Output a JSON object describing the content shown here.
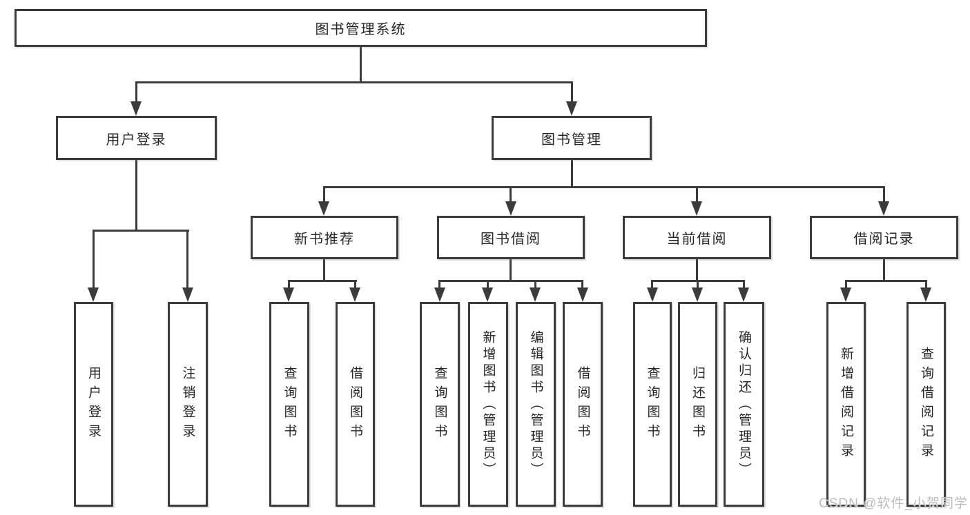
{
  "tree": {
    "root": {
      "label": "图书管理系统"
    },
    "branches": [
      {
        "label": "用户登录",
        "children": [
          {
            "label": "用户登录"
          },
          {
            "label": "注销登录"
          }
        ]
      },
      {
        "label": "图书管理",
        "children": [
          {
            "label": "新书推荐",
            "children": [
              {
                "label": "查询图书"
              },
              {
                "label": "借阅图书"
              }
            ]
          },
          {
            "label": "图书借阅",
            "children": [
              {
                "label": "查询图书"
              },
              {
                "label": "新增图书（管理员）"
              },
              {
                "label": "编辑图书（管理员）"
              },
              {
                "label": "借阅图书"
              }
            ]
          },
          {
            "label": "当前借阅",
            "children": [
              {
                "label": "查询图书"
              },
              {
                "label": "归还图书"
              },
              {
                "label": "确认归还（管理员）"
              }
            ]
          },
          {
            "label": "借阅记录",
            "children": [
              {
                "label": "新增借阅记录"
              },
              {
                "label": "查询借阅记录"
              }
            ]
          }
        ]
      }
    ]
  },
  "watermark": {
    "text": "CSDN @软件_小贺同学"
  },
  "colors": {
    "line": "#3b3b3b",
    "text": "#262626",
    "background": "#ffffff",
    "watermark": "#bcbcbc"
  }
}
